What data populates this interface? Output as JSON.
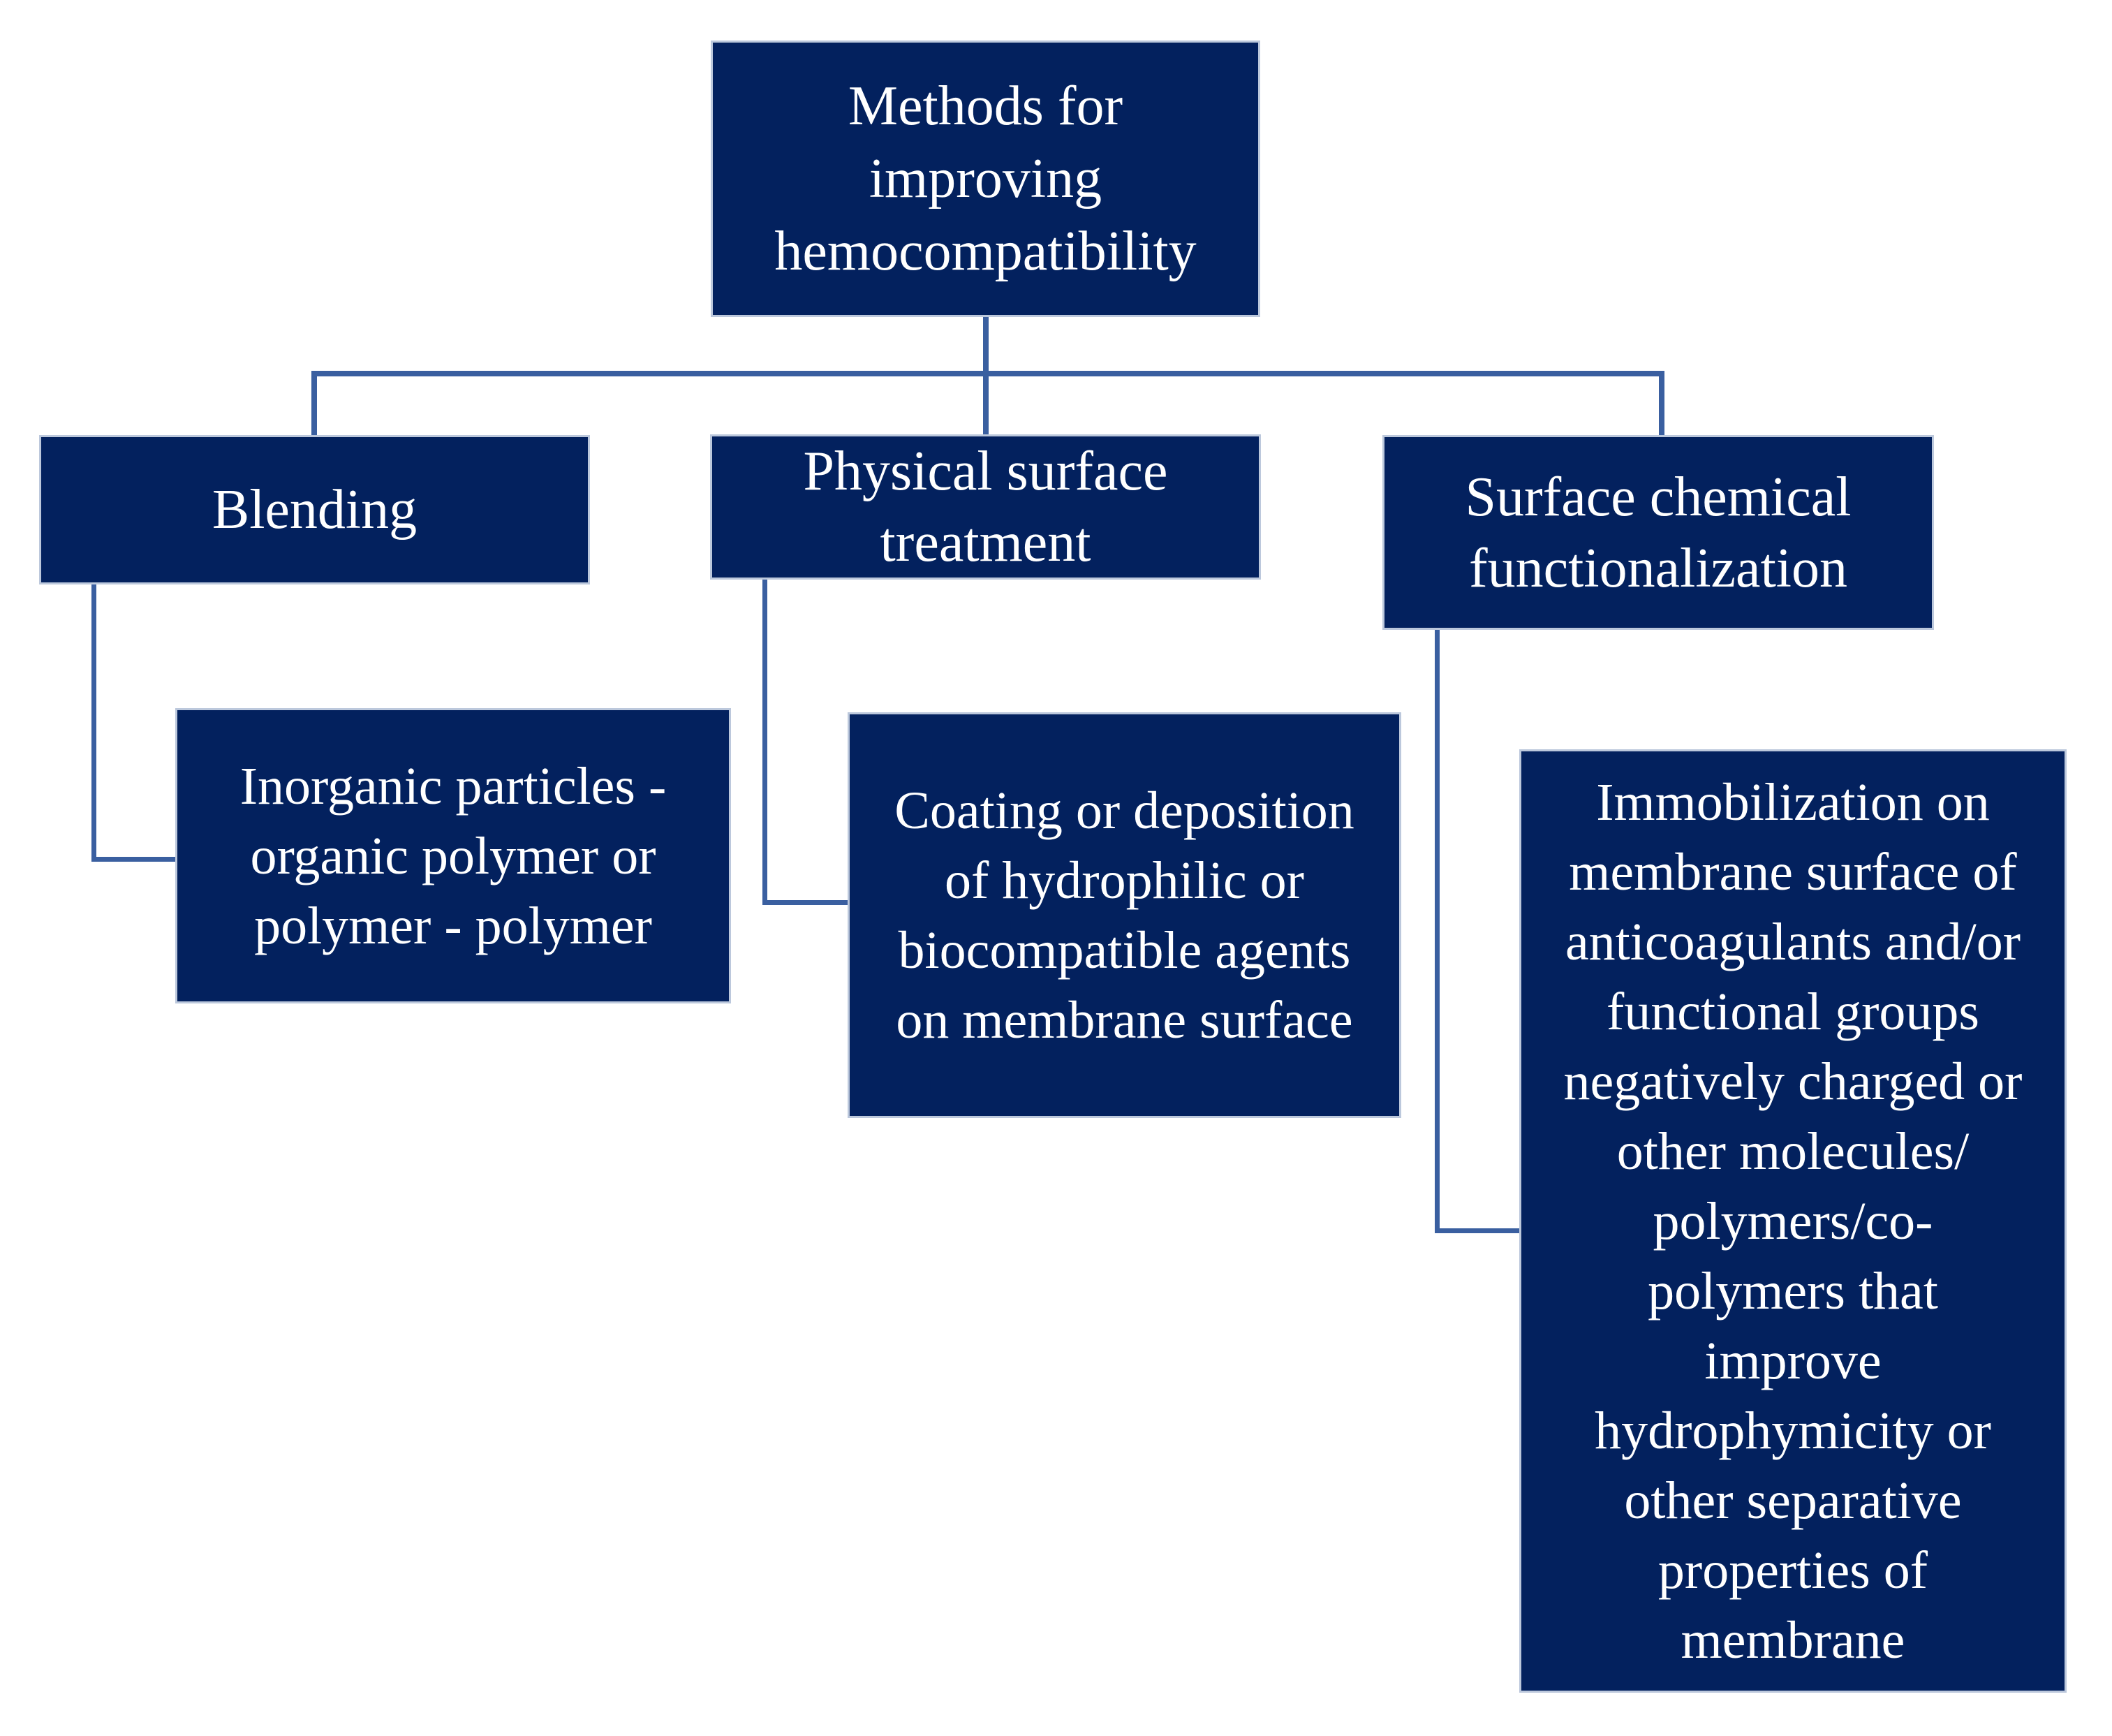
{
  "theme": {
    "box_fill": "#03215e",
    "box_border": "#bcc8dc",
    "text_color": "#ffffff",
    "connector_color": "#3a5fa0",
    "background": "#ffffff"
  },
  "diagram": {
    "root": {
      "label": "Methods for\nimproving\nhemocompatibility"
    },
    "branches": [
      {
        "label": "Blending",
        "child": {
          "label": "Inorganic particles -\norganic polymer or\npolymer - polymer"
        }
      },
      {
        "label": "Physical surface\ntreatment",
        "child": {
          "label": "Coating or deposition\nof hydrophilic or\nbiocompatible agents\non membrane surface"
        }
      },
      {
        "label": "Surface chemical\nfunctionalization",
        "child": {
          "label": "Immobilization on\nmembrane surface of\nanticoagulants and/or\nfunctional groups\nnegatively charged or\nother molecules/\npolymers/co-\npolymers that\nimprove\nhydrophymicity or\nother separative\nproperties of\nmembrane"
        }
      }
    ]
  }
}
